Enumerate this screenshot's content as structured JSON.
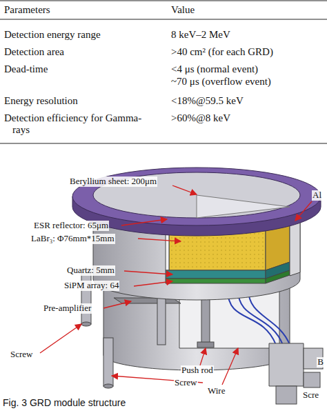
{
  "diagram": {
    "caption": "Fig. 3 GRD module structure",
    "labels": [
      "Parameters",
      "Value",
      "Detection energy range",
      "8 keV–2 MeV",
      "Detection area",
      ">40 cm² (for each GRD)",
      "Dead-time",
      "<4 μs (normal event)",
      "~70 μs (overflow event)",
      "Energy resolution",
      "<18%@59.5 keV",
      "Detection efficiency for Gamma-rays",
      ">60%@8 keV",
      "Beryllium sheet: 200μm",
      "Al",
      "ESR reflector: 65μm",
      "LaBr₃: Φ76mm*15mm",
      "Quartz: 5mm",
      "SiPM array: 64",
      "Pre-amplifier",
      "Screw",
      "Push rod",
      "B",
      "Wire",
      "Screw",
      "Scre"
    ]
  }
}
